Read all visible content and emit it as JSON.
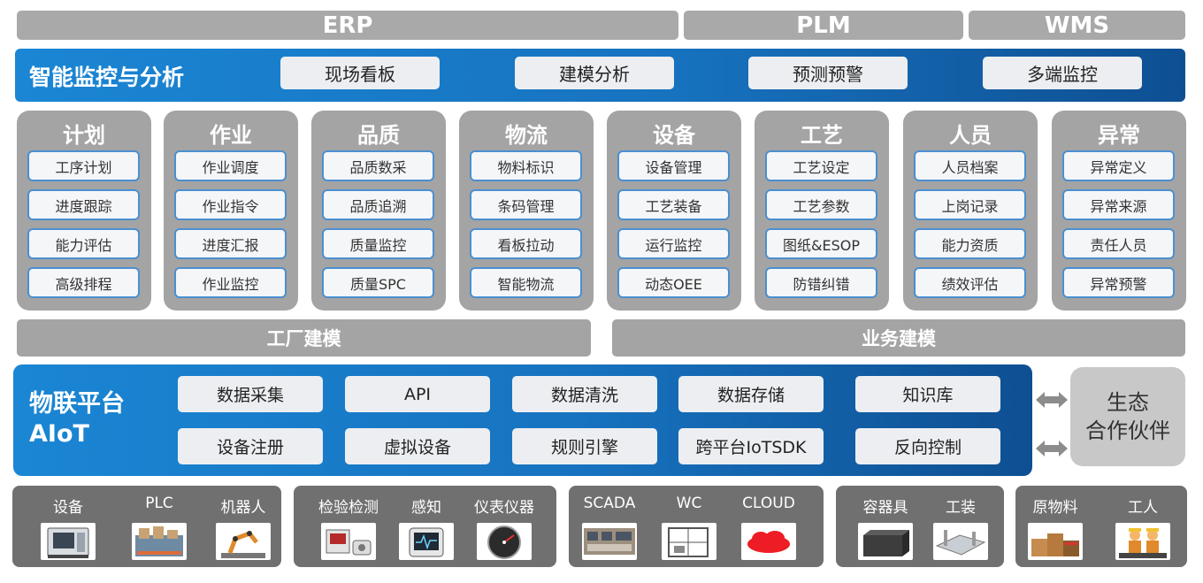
{
  "systems": [
    "ERP",
    "PLM",
    "WMS"
  ],
  "monitoring": {
    "title": "智能监控与分析",
    "items": [
      "现场看板",
      "建模分析",
      "预测预警",
      "多端监控"
    ]
  },
  "modules": [
    {
      "title": "计划",
      "items": [
        "工序计划",
        "进度跟踪",
        "能力评估",
        "高级排程"
      ]
    },
    {
      "title": "作业",
      "items": [
        "作业调度",
        "作业指令",
        "进度汇报",
        "作业监控"
      ]
    },
    {
      "title": "品质",
      "items": [
        "品质数采",
        "品质追溯",
        "质量监控",
        "质量SPC"
      ]
    },
    {
      "title": "物流",
      "items": [
        "物料标识",
        "条码管理",
        "看板拉动",
        "智能物流"
      ]
    },
    {
      "title": "设备",
      "items": [
        "设备管理",
        "工艺装备",
        "运行监控",
        "动态OEE"
      ]
    },
    {
      "title": "工艺",
      "items": [
        "工艺设定",
        "工艺参数",
        "图纸&ESOP",
        "防错纠错"
      ]
    },
    {
      "title": "人员",
      "items": [
        "人员档案",
        "上岗记录",
        "能力资质",
        "绩效评估"
      ]
    },
    {
      "title": "异常",
      "items": [
        "异常定义",
        "异常来源",
        "责任人员",
        "异常预警"
      ]
    }
  ],
  "modeling": {
    "factory": "工厂建模",
    "business": "业务建模"
  },
  "iot": {
    "title_line1": "物联平台",
    "title_line2": "AIoT",
    "row1": [
      "数据采集",
      "API",
      "数据清洗",
      "数据存储",
      "知识库"
    ],
    "row2": [
      "设备注册",
      "虚拟设备",
      "规则引擎",
      "跨平台IoTSDK",
      "反向控制"
    ]
  },
  "ecosystem": {
    "line1": "生态",
    "line2": "合作伙伴"
  },
  "devices": [
    {
      "items": [
        {
          "label": "设备",
          "icon": "cnc-machine-icon"
        },
        {
          "label": "PLC",
          "icon": "plc-icon"
        },
        {
          "label": "机器人",
          "icon": "robot-arm-icon"
        }
      ]
    },
    {
      "items": [
        {
          "label": "检验检测",
          "icon": "inspection-icon"
        },
        {
          "label": "感知",
          "icon": "sensor-icon"
        },
        {
          "label": "仪表仪器",
          "icon": "gauge-icon"
        }
      ]
    },
    {
      "items": [
        {
          "label": "SCADA",
          "icon": "scada-icon"
        },
        {
          "label": "WC",
          "icon": "workcell-icon"
        },
        {
          "label": "CLOUD",
          "icon": "cloud-icon"
        }
      ]
    },
    {
      "items": [
        {
          "label": "容器具",
          "icon": "container-icon"
        },
        {
          "label": "工装",
          "icon": "fixture-icon"
        }
      ]
    },
    {
      "items": [
        {
          "label": "原物料",
          "icon": "raw-material-icon"
        },
        {
          "label": "工人",
          "icon": "worker-icon"
        }
      ]
    }
  ]
}
